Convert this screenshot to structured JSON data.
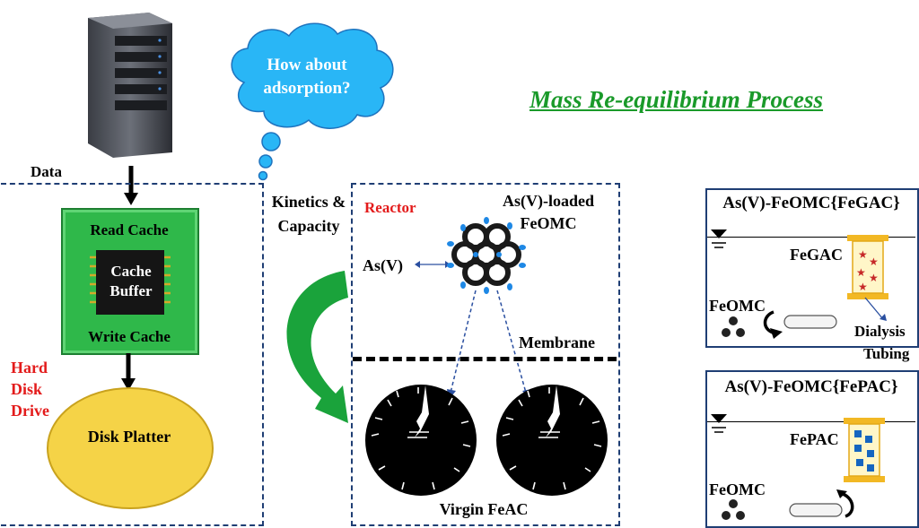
{
  "title": "Mass Re-equilibrium Process",
  "cloud_text": "How about adsorption?",
  "data_label": "Data",
  "read_cache": "Read Cache",
  "cache_buffer": "Cache Buffer",
  "write_cache": "Write Cache",
  "hard_disk_drive": "Hard Disk Drive",
  "disk_platter": "Disk Platter",
  "kinetics_capacity": "Kinetics & Capacity",
  "reactor": "Reactor",
  "asv_loaded_feomc": "As(V)-loaded FeOMC",
  "asv": "As(V)",
  "membrane": "Membrane",
  "virgin_feac": "Virgin FeAC",
  "panel_top": {
    "title": "As(V)-FeOMC{FeGAC}",
    "carbon_label": "FeGAC",
    "feomc_label": "FeOMC",
    "dialysis": "Dialysis",
    "tubing": "Tubing"
  },
  "panel_bottom": {
    "title": "As(V)-FeOMC{FePAC}",
    "carbon_label": "FePAC",
    "feomc_label": "FeOMC"
  },
  "colors": {
    "title_green": "#1a9a2a",
    "cache_green": "#2fb84a",
    "cloud_blue": "#29b6f6",
    "disk_yellow": "#f5d347",
    "arrow_green": "#1aa33b",
    "dash_navy": "#1f3e74",
    "label_red": "#e31b1b"
  }
}
